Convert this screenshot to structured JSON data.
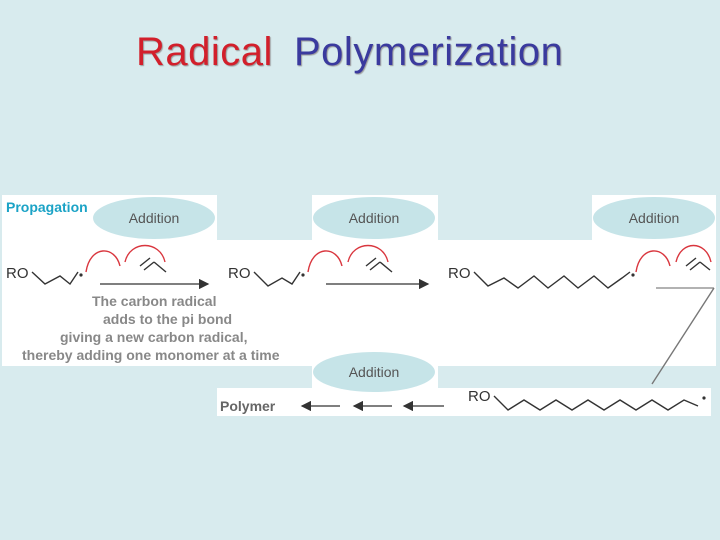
{
  "title": {
    "word1": "Radical",
    "word2": "Polymerization",
    "color_word1": "#d21f2b",
    "color_word2": "#3a3a9e"
  },
  "diagram": {
    "section_label": "Propagation",
    "addition_labels": [
      "Addition",
      "Addition",
      "Addition",
      "Addition"
    ],
    "ro_labels": [
      "RO",
      "RO",
      "RO",
      "RO"
    ],
    "caption_lines": [
      "The carbon radical",
      "adds to the pi bond",
      "giving a new carbon radical,",
      "thereby adding one monomer at a time"
    ],
    "product_label": "Polymer",
    "colors": {
      "curved_arrow": "#d9363e",
      "oval": "#c6e4e8",
      "label_accent": "#1ba3c6"
    }
  }
}
